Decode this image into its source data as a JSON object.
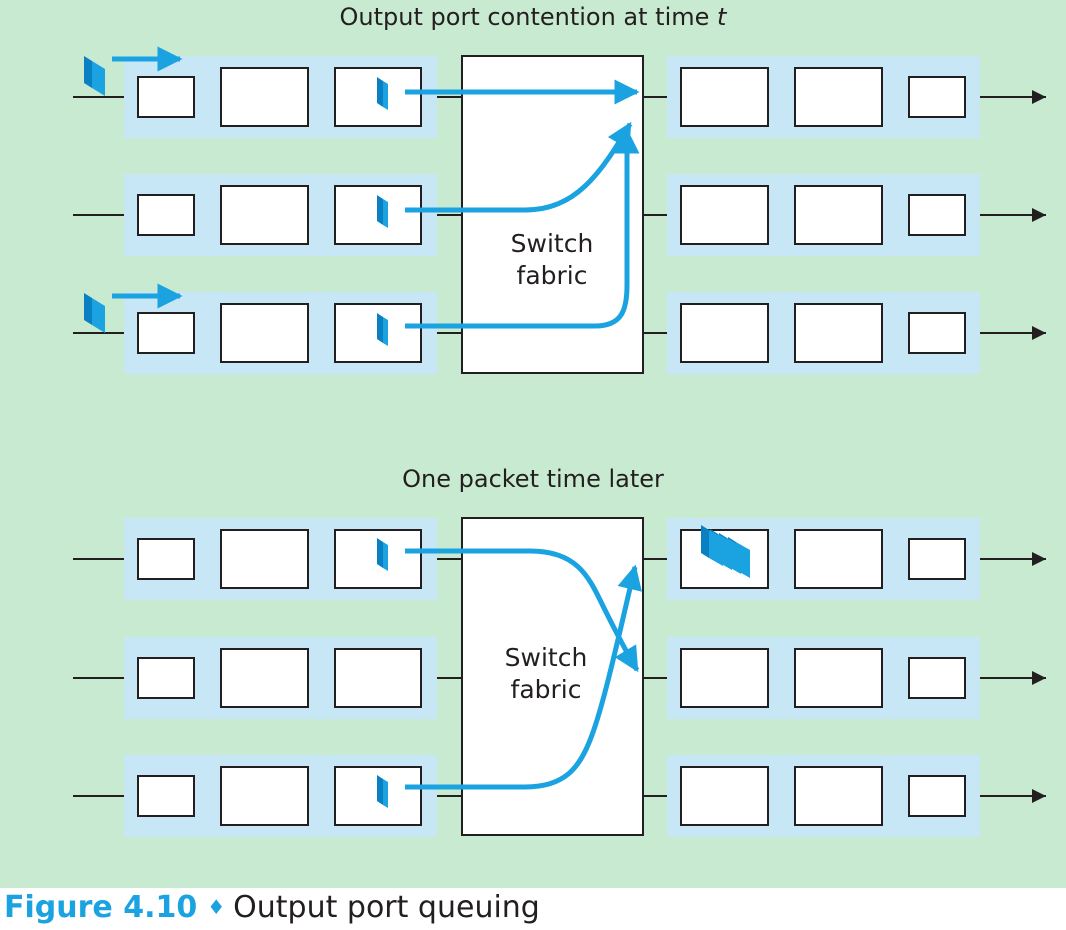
{
  "top_title": {
    "prefix": "Output port contention at time ",
    "var": "t"
  },
  "bottom_title": "One packet time later",
  "fabric_label": {
    "line1": "Switch",
    "line2": "fabric"
  },
  "caption": {
    "figure": "Figure 4.10",
    "separator": "♦",
    "text": "Output port queuing"
  },
  "colors": {
    "background": "#c8ead0",
    "port_fill": "#c7e6f6",
    "packet": "#1aa3e0",
    "packet_dark": "#0a7fc2",
    "text": "#231f20"
  }
}
